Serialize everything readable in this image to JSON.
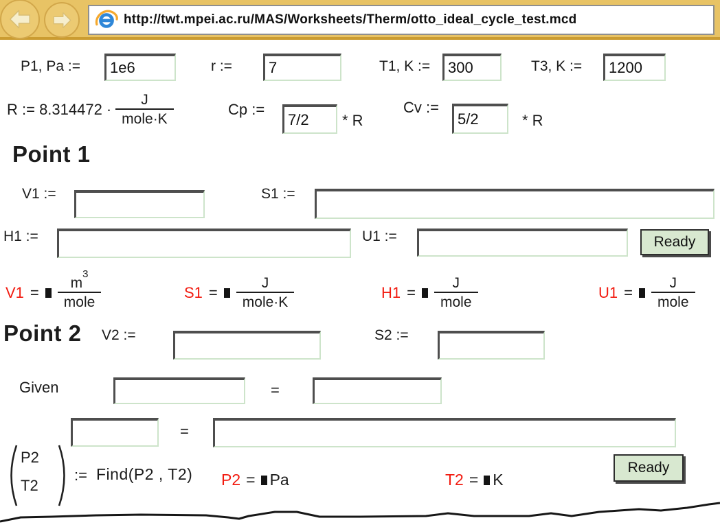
{
  "browser": {
    "url": "http://twt.mpei.ac.ru/MAS/Worksheets/Therm/otto_ideal_cycle_test.mcd"
  },
  "params": [
    {
      "label": "P1, Pa :=",
      "value": "1e6"
    },
    {
      "label": "r :=",
      "value": "7"
    },
    {
      "label": "T1, K :=",
      "value": "300"
    },
    {
      "label": "T3, K :=",
      "value": "1200"
    }
  ],
  "constants": {
    "r_expr": "R := 8.314472",
    "dot": "·",
    "r_frac": {
      "num": "J",
      "den": "mole·K"
    },
    "cp": {
      "label": "Cp :=",
      "value": "7/2",
      "mult": "* R"
    },
    "cv": {
      "label": "Cv :=",
      "value": "5/2",
      "mult": "* R"
    }
  },
  "point1": {
    "heading": "Point 1",
    "v1_label": "V1 :=",
    "s1_label": "S1 :=",
    "h1_label": "H1 :=",
    "u1_label": "U1 :=",
    "ready": "Ready",
    "results": [
      {
        "name": "V1",
        "eq": "=",
        "num": "m",
        "sup": "3",
        "den": "mole"
      },
      {
        "name": "S1",
        "eq": "=",
        "num": "J",
        "den": "mole·K"
      },
      {
        "name": "H1",
        "eq": "=",
        "num": "J",
        "den": "mole"
      },
      {
        "name": "U1",
        "eq": "=",
        "num": "J",
        "den": "mole"
      }
    ]
  },
  "point2": {
    "heading": "Point 2",
    "v2_label": "V2 :=",
    "s2_label": "S2 :=",
    "given": "Given",
    "eq": "=",
    "vector": {
      "top": "P2",
      "bottom": "T2",
      "assign": ":=",
      "expr": "Find(P2 , T2)"
    },
    "results": [
      {
        "name": "P2",
        "eq": "=",
        "unit": "Pa"
      },
      {
        "name": "T2",
        "eq": "=",
        "unit": "K"
      }
    ],
    "ready": "Ready"
  }
}
